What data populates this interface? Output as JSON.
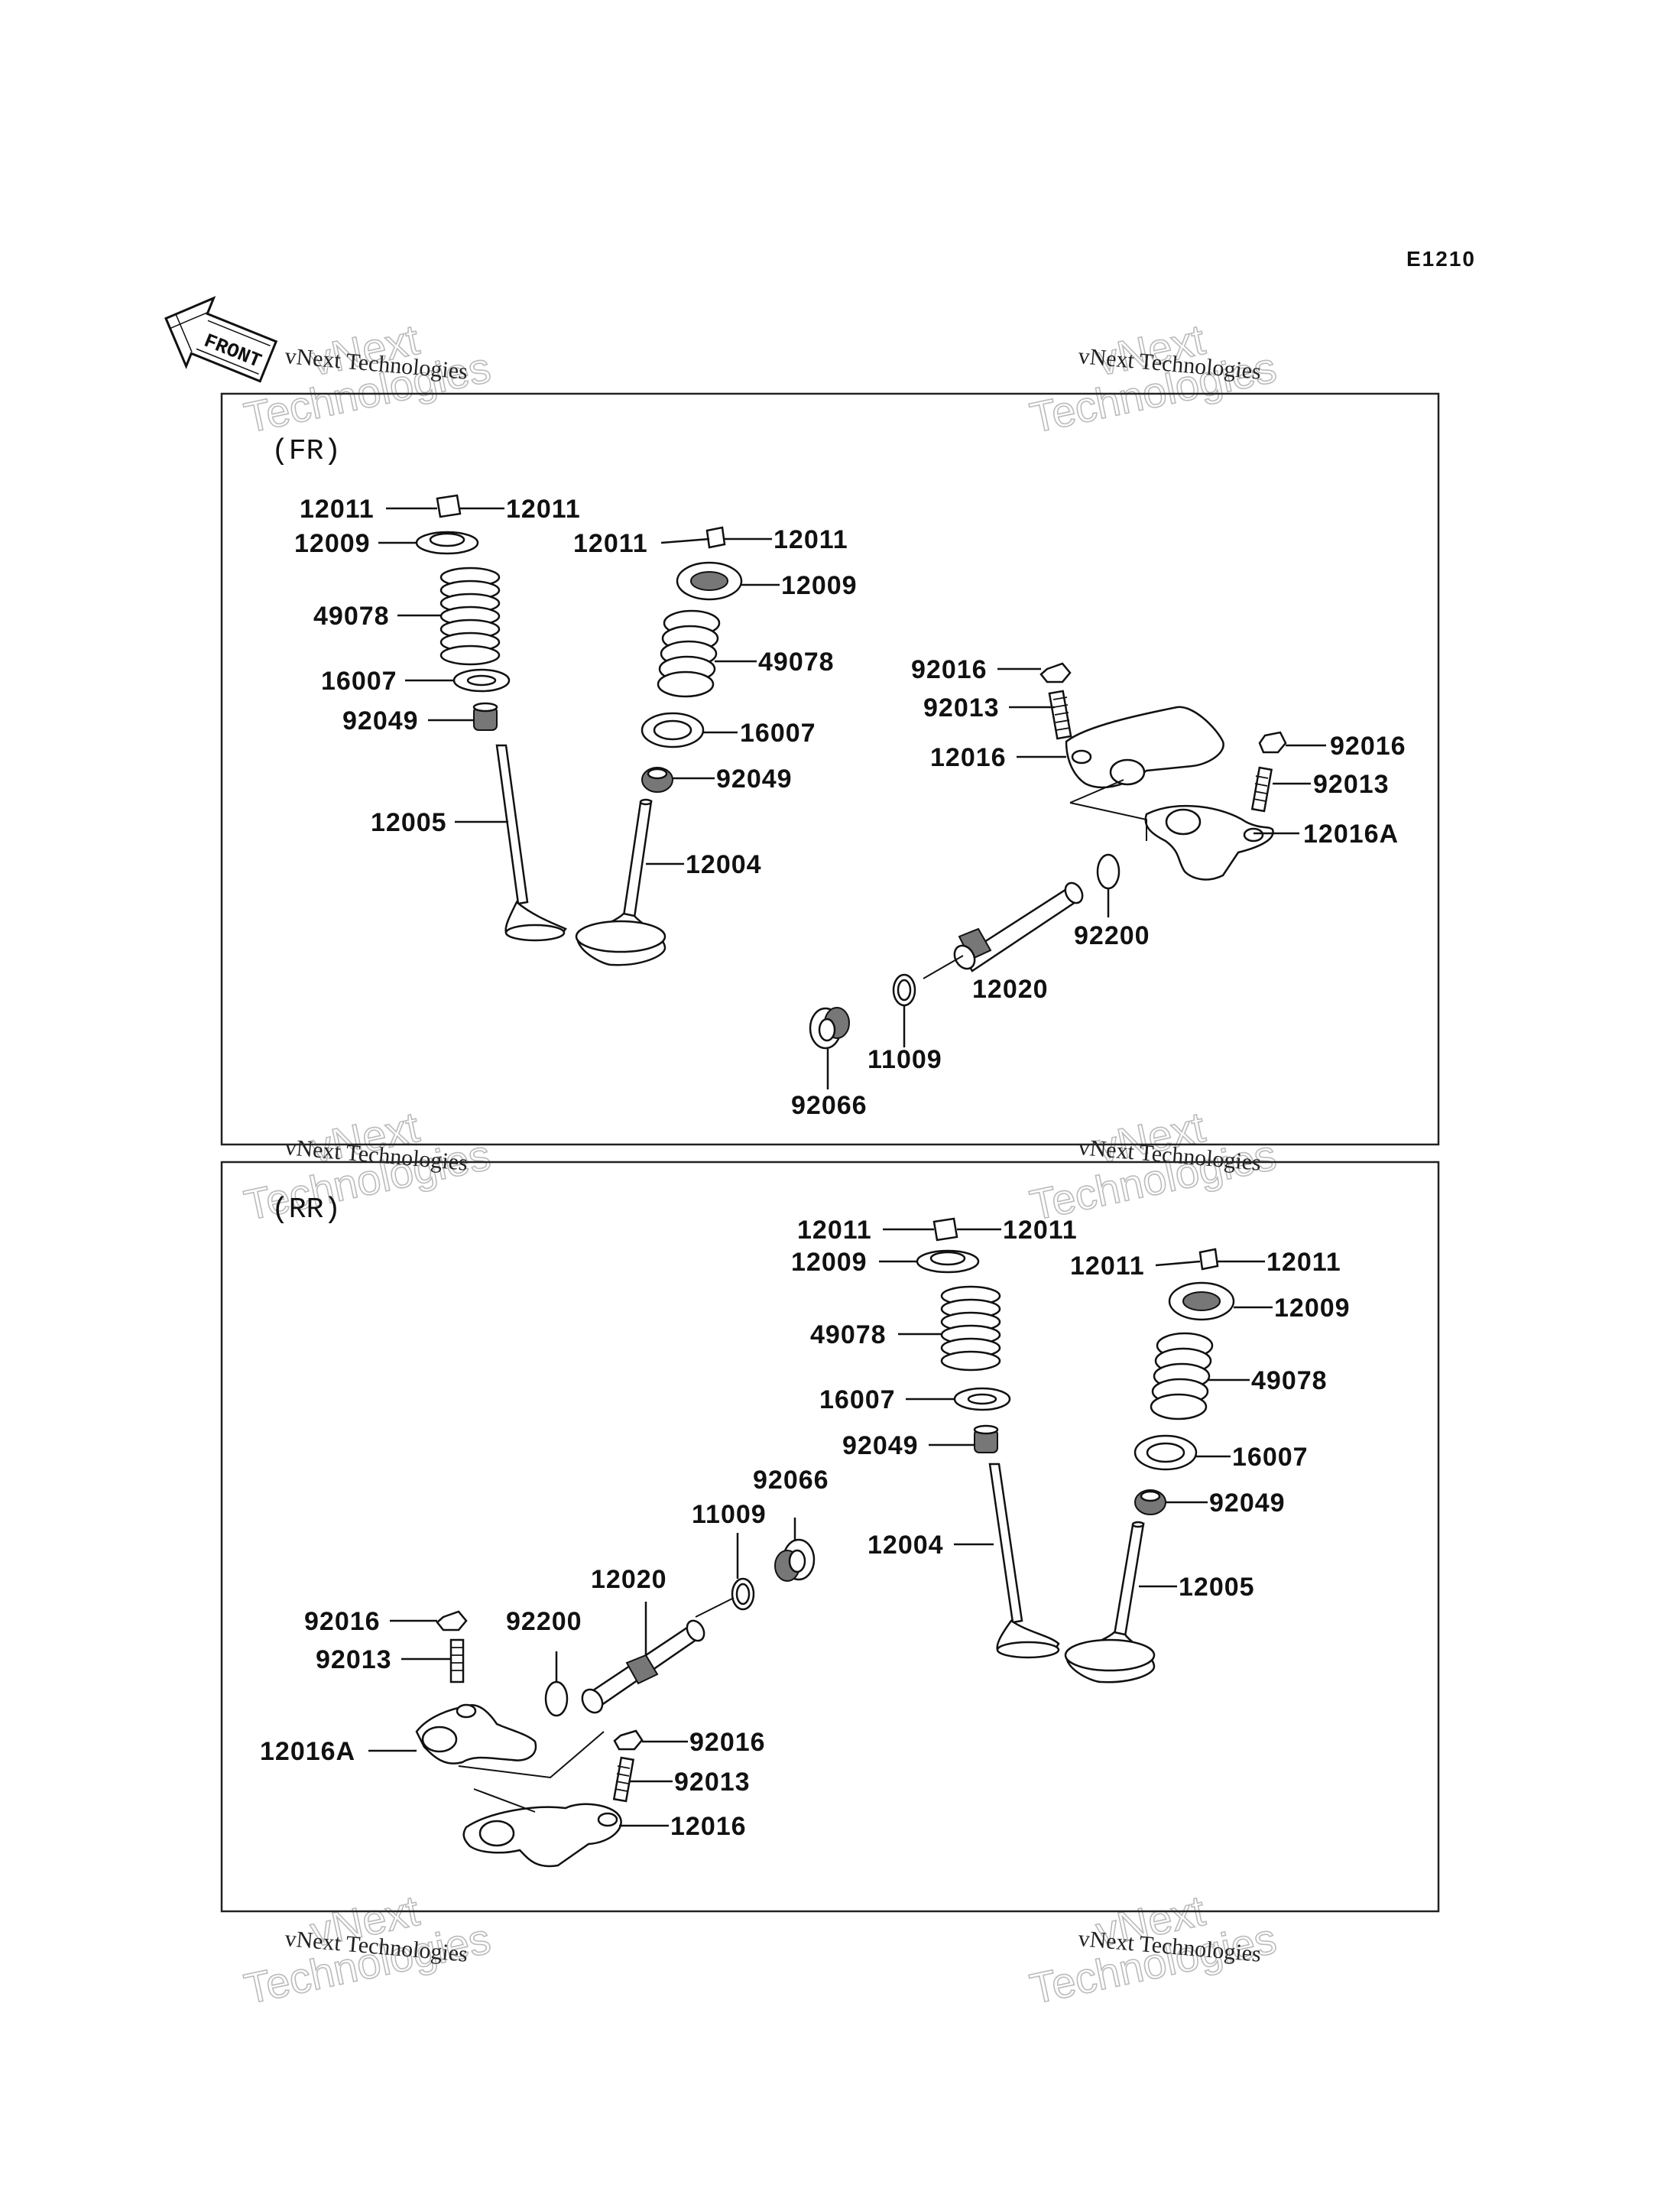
{
  "diagram_code": "E1210",
  "front_label": "FRONT",
  "watermark": {
    "small": "vNext Technologies",
    "big_line1": "vNext",
    "big_line2": "Technologies"
  },
  "sections": {
    "fr": {
      "label": "(FR)",
      "parts": {
        "p12011_a": "12011",
        "p12011_b": "12011",
        "p12011_c": "12011",
        "p12011_d": "12011",
        "p12009_a": "12009",
        "p12009_b": "12009",
        "p49078_a": "49078",
        "p49078_b": "49078",
        "p16007_a": "16007",
        "p16007_b": "16007",
        "p92049_a": "92049",
        "p92049_b": "92049",
        "p12005": "12005",
        "p12004": "12004",
        "p92016_a": "92016",
        "p92016_b": "92016",
        "p92013_a": "92013",
        "p92013_b": "92013",
        "p12016": "12016",
        "p12016a": "12016A",
        "p92200": "92200",
        "p12020": "12020",
        "p11009": "11009",
        "p92066": "92066"
      }
    },
    "rr": {
      "label": "(RR)",
      "parts": {
        "p12011_a": "12011",
        "p12011_b": "12011",
        "p12011_c": "12011",
        "p12011_d": "12011",
        "p12009_a": "12009",
        "p12009_b": "12009",
        "p49078_a": "49078",
        "p49078_b": "49078",
        "p16007_a": "16007",
        "p16007_b": "16007",
        "p92049_a": "92049",
        "p92049_b": "92049",
        "p12004": "12004",
        "p12005": "12005",
        "p92066": "92066",
        "p11009": "11009",
        "p12020": "12020",
        "p92200": "92200",
        "p92016_a": "92016",
        "p92016_b": "92016",
        "p92013_a": "92013",
        "p92013_b": "92013",
        "p12016a": "12016A",
        "p12016": "12016"
      }
    }
  }
}
